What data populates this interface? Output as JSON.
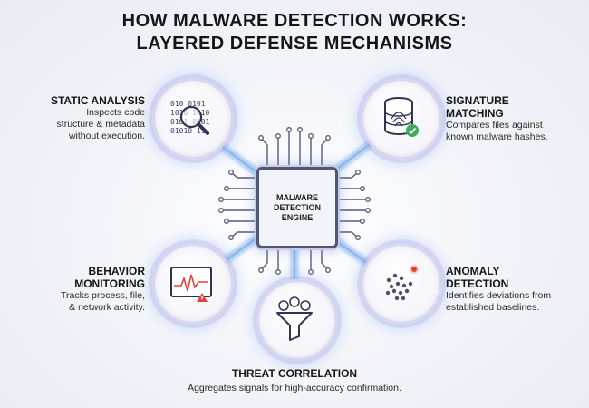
{
  "title": {
    "line1": "HOW MALWARE DETECTION WORKS:",
    "line2": "LAYERED DEFENSE MECHANISMS"
  },
  "engine": {
    "line1": "MALWARE",
    "line2": "DETECTION",
    "line3": "ENGINE"
  },
  "nodes": {
    "static_analysis": {
      "heading": "STATIC ANALYSIS",
      "desc1": "Inspects code",
      "desc2": "structure & metadata",
      "desc3": "without execution.",
      "icon": "magnifier-binary-icon",
      "binary1": "010 0101",
      "binary2": "1010 1010",
      "binary3": "0101 0101",
      "binary4": "01010 11"
    },
    "signature_matching": {
      "heading1": "SIGNATURE",
      "heading2": "MATCHING",
      "desc1": "Compares files against",
      "desc2": "known malware hashes.",
      "icon": "database-fingerprint-icon"
    },
    "behavior_monitoring": {
      "heading1": "BEHAVIOR",
      "heading2": "MONITORING",
      "desc1": "Tracks process, file,",
      "desc2": "& network activity.",
      "icon": "monitor-alert-icon"
    },
    "anomaly_detection": {
      "heading1": "ANOMALY",
      "heading2": "DETECTION",
      "desc1": "Identifies deviations from",
      "desc2": "established baselines.",
      "icon": "scatter-outlier-icon"
    },
    "threat_correlation": {
      "heading": "THREAT CORRELATION",
      "desc1": "Aggregates signals for high-accuracy confirmation.",
      "icon": "funnel-signals-icon"
    }
  },
  "colors": {
    "accent_purple": "#8e7bd8",
    "wire_glow": "#9cc4f2",
    "chip_border": "#50577a",
    "alert_red": "#e0453a",
    "check_green": "#3fae5c"
  }
}
